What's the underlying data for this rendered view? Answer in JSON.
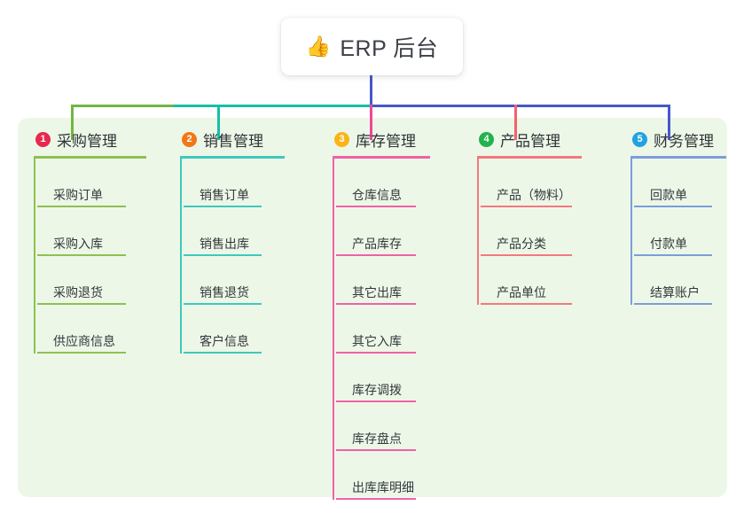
{
  "root": {
    "icon": "thumbs-up-icon",
    "emoji": "👍",
    "title": "ERP 后台"
  },
  "panel": {
    "background_color": "#edf7e7"
  },
  "connector": {
    "stem_color": "#4558c9",
    "bus_colors": [
      "#72b544",
      "#17bfa6",
      "#4558c9"
    ]
  },
  "columns": [
    {
      "number": "1",
      "title": "采购管理",
      "badge_color": "#e8284f",
      "line_color": "#8cc152",
      "items": [
        {
          "label": "采购订单"
        },
        {
          "label": "采购入库"
        },
        {
          "label": "采购退货"
        },
        {
          "label": "供应商信息"
        }
      ]
    },
    {
      "number": "2",
      "title": "销售管理",
      "badge_color": "#f07818",
      "line_color": "#3fc8bd",
      "items": [
        {
          "label": "销售订单"
        },
        {
          "label": "销售出库"
        },
        {
          "label": "销售退货"
        },
        {
          "label": "客户信息"
        }
      ]
    },
    {
      "number": "3",
      "title": "库存管理",
      "badge_color": "#fab418",
      "line_color": "#ef62a6",
      "items": [
        {
          "label": "仓库信息"
        },
        {
          "label": "产品库存"
        },
        {
          "label": "其它出库"
        },
        {
          "label": "其它入库"
        },
        {
          "label": "库存调拨"
        },
        {
          "label": "库存盘点"
        },
        {
          "label": "出库库明细"
        }
      ]
    },
    {
      "number": "4",
      "title": "产品管理",
      "badge_color": "#22b34e",
      "line_color": "#f4787e",
      "items": [
        {
          "label": "产品（物料）"
        },
        {
          "label": "产品分类"
        },
        {
          "label": "产品单位"
        }
      ]
    },
    {
      "number": "5",
      "title": "财务管理",
      "badge_color": "#22a3e0",
      "line_color": "#7b9ddb",
      "items": [
        {
          "label": "回款单"
        },
        {
          "label": "付款单"
        },
        {
          "label": "结算账户"
        }
      ]
    }
  ]
}
